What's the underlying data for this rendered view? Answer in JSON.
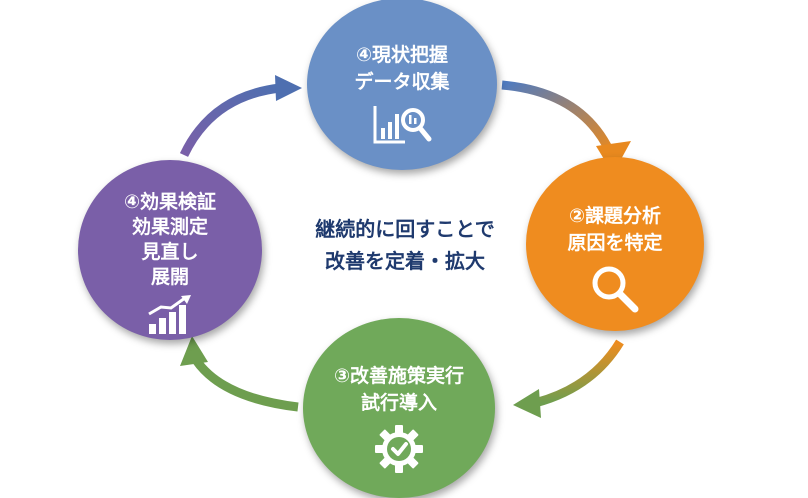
{
  "top": {
    "line1": "④現状把握",
    "line2": "データ収集",
    "icon": "chart-magnifier-icon"
  },
  "right": {
    "line1": "②課題分析",
    "line2": "原因を特定",
    "icon": "magnifier-icon"
  },
  "bottom": {
    "line1": "③改善施策実行",
    "line2": "試行導入",
    "icon": "gear-check-icon"
  },
  "left": {
    "line1": "④効果検証",
    "line2": "効果測定",
    "line3": "見直し",
    "line4": "展開",
    "icon": "growth-chart-icon"
  },
  "center": {
    "line1": "継続的に回すことで",
    "line2": "改善を定着・拡大"
  },
  "colors": {
    "top": "#6a90c6",
    "right": "#ef8c1f",
    "bottom": "#70a95a",
    "left": "#7a5fa8",
    "center_text": "#1f3a6e"
  }
}
